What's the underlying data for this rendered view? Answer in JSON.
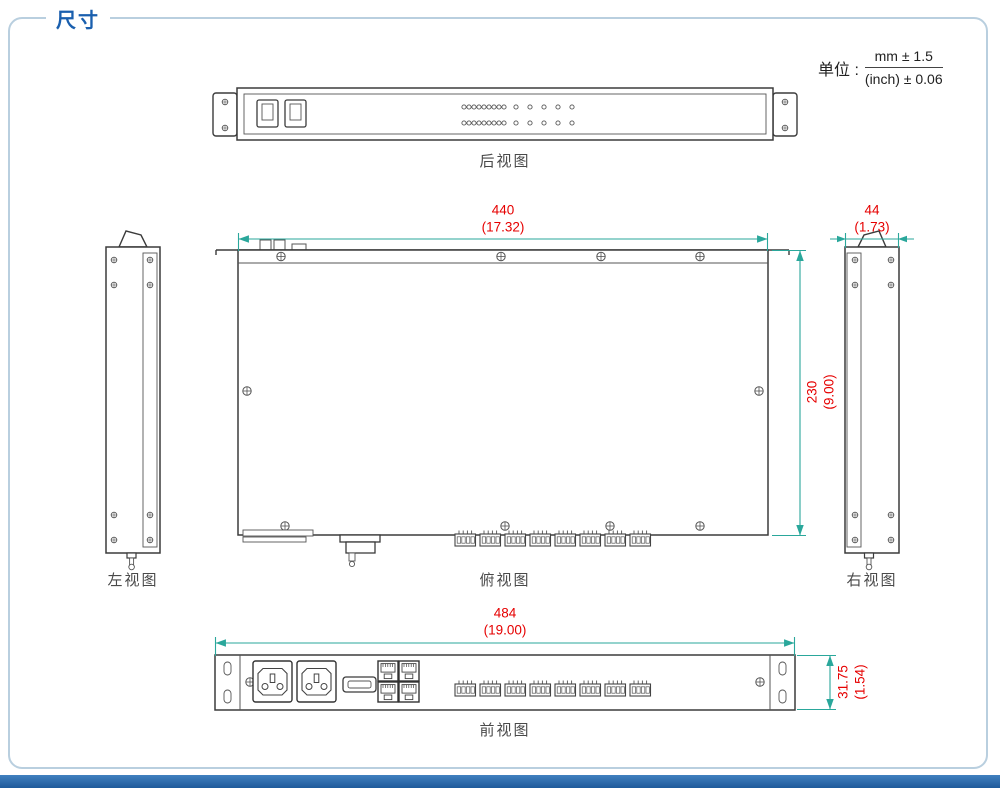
{
  "header": {
    "title": "尺寸",
    "unit_label": "单位 :",
    "unit_numerator": "mm ± 1.5",
    "unit_denominator": "(inch) ± 0.06"
  },
  "view_labels": {
    "rear": "后视图",
    "left": "左视图",
    "top": "俯视图",
    "right": "右视图",
    "front": "前视图"
  },
  "dimensions": {
    "body_width_mm": "440",
    "body_width_inch": "(17.32)",
    "side_depth_mm": "44",
    "side_depth_inch": "(1.73)",
    "body_depth_mm": "230",
    "body_depth_inch": "(9.00)",
    "full_width_mm": "484",
    "full_width_inch": "(19.00)",
    "panel_height_mm": "31.75",
    "panel_height_inch": "(1.54)"
  },
  "colors": {
    "dimension_line": "#2aa79b",
    "dimension_text": "#e60000",
    "title": "#1a5fae",
    "frame_border": "#b9cfdf",
    "footer_bar": "#2a6ab2",
    "outline": "#3b3b3b"
  }
}
